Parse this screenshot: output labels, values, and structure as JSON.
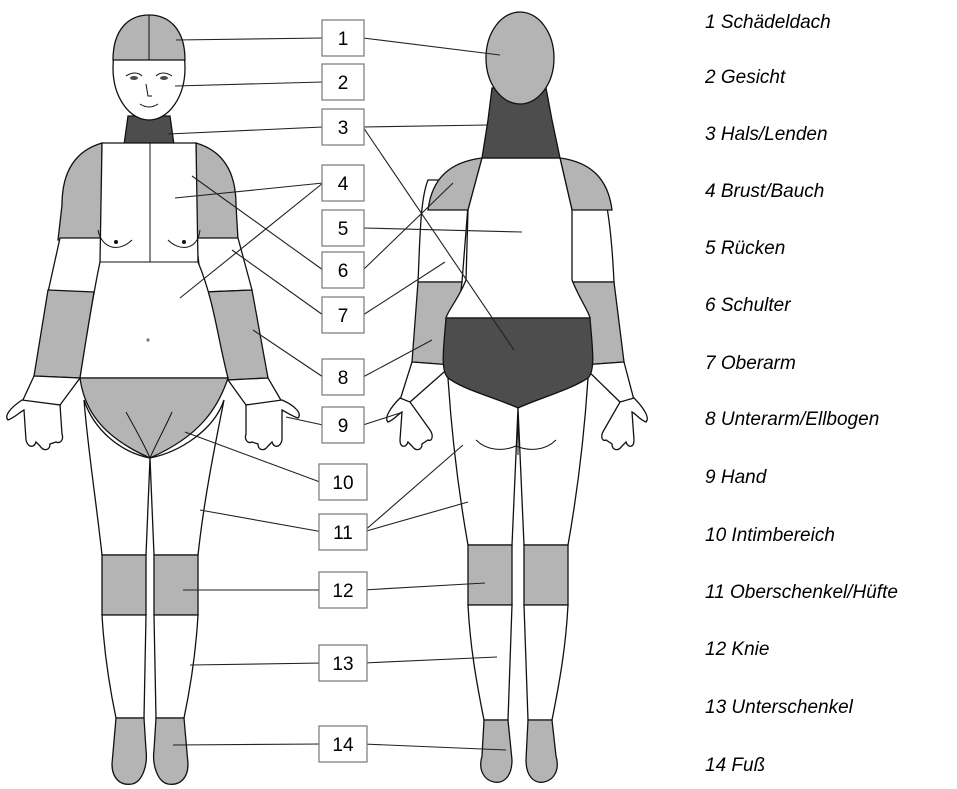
{
  "colors": {
    "light": "#b4b4b4",
    "dark": "#4d4d4d",
    "skin": "#ffffff",
    "outline": "#111111",
    "box_border": "#777777"
  },
  "markers": [
    "1",
    "2",
    "3",
    "4",
    "5",
    "6",
    "7",
    "8",
    "9",
    "10",
    "11",
    "12",
    "13",
    "14"
  ],
  "legend": [
    "1 Schädeldach",
    "2 Gesicht",
    "3 Hals/Lenden",
    "4 Brust/Bauch",
    "5 Rücken",
    "6 Schulter",
    "7 Oberarm",
    "8 Unterarm/Ellbogen",
    "9 Hand",
    "10 Intimbereich",
    "11 Oberschenkel/Hüfte",
    "12 Knie",
    "13 Unterschenkel",
    "14 Fuß"
  ]
}
